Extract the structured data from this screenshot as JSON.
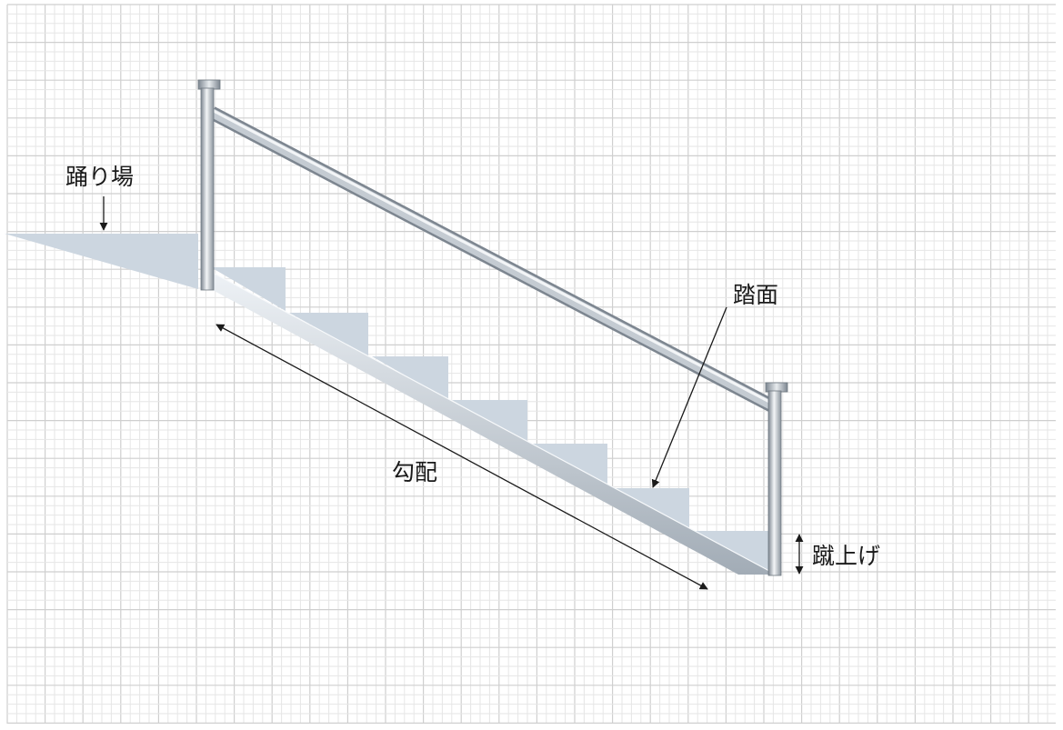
{
  "labels": {
    "landing": "踊り場",
    "tread": "踏面",
    "slope": "勾配",
    "riser": "蹴上げ"
  },
  "colors": {
    "grid_major": "#cfcfcf",
    "grid_minor": "#e6e6e6",
    "step_fill": "#ccd6e0",
    "stringer_light": "#e9eef3",
    "stringer_dark": "#9ea8b2",
    "rail_light": "#f1f3f5",
    "rail_mid": "#b9c0c8",
    "rail_dark": "#7d8690",
    "annotation": "#1a1a1a"
  }
}
